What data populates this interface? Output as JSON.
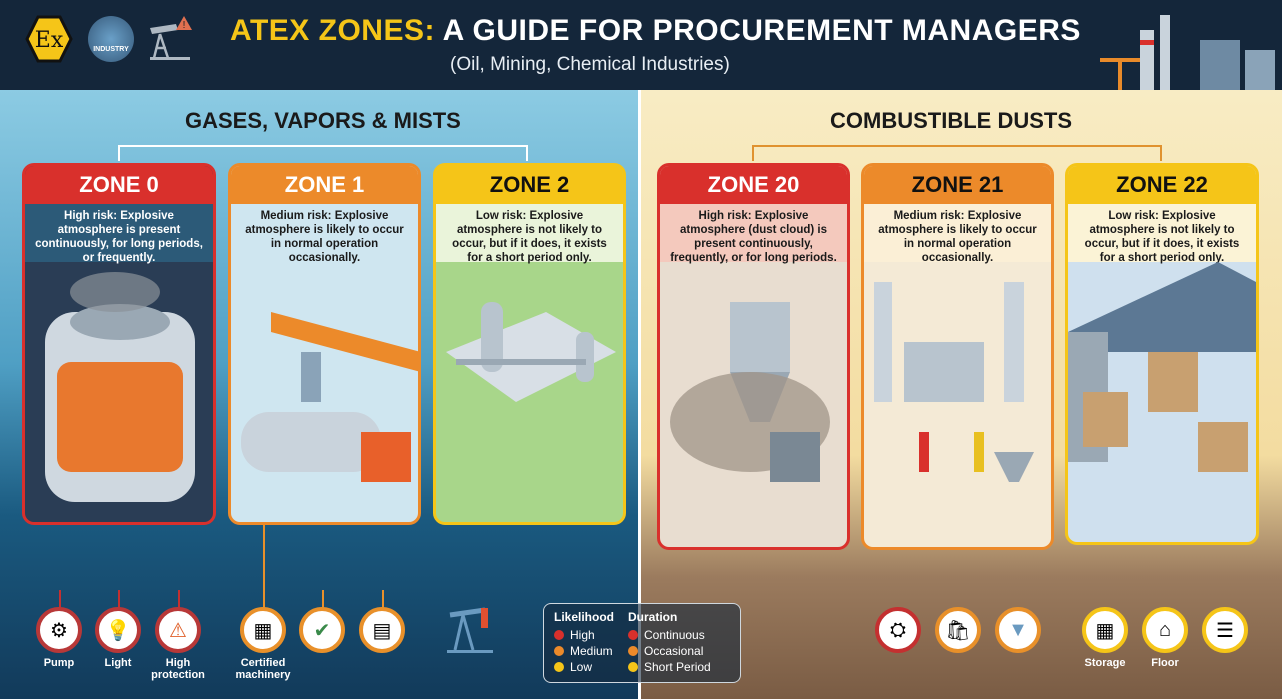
{
  "header": {
    "title_highlight": "ATEX ZONES:",
    "title_rest": " A GUIDE FOR PROCUREMENT MANAGERS",
    "subtitle": "(Oil, Mining, Chemical Industries)",
    "logos": {
      "ex_mark": "Ex",
      "industry_badge": "INDUSTRY"
    }
  },
  "gases": {
    "title": "GASES, VAPORS & MISTS",
    "zones": [
      {
        "name": "ZONE 0",
        "desc": "High risk: Explosive atmosphere is present continuously, for long periods, or frequently.",
        "color": "#d9302c"
      },
      {
        "name": "ZONE 1",
        "desc": "Medium risk: Explosive atmosphere is likely to occur in normal operation occasionally.",
        "color": "#ec8a2a"
      },
      {
        "name": "ZONE 2",
        "desc": "Low risk: Explosive atmosphere is not likely to occur, but if it does, it exists for a short period only.",
        "color": "#f5c518"
      }
    ],
    "equipment": [
      {
        "label": "Pump",
        "icon": "pump-icon"
      },
      {
        "label": "Light",
        "icon": "light-bulb-icon"
      },
      {
        "label": "High protection",
        "icon": "warning-icon"
      },
      {
        "label": "Certified machinery",
        "icon": "machinery-icon"
      },
      {
        "label": "",
        "icon": "gear-check-icon"
      },
      {
        "label": "",
        "icon": "control-panel-icon"
      }
    ]
  },
  "dusts": {
    "title": "COMBUSTIBLE DUSTS",
    "zones": [
      {
        "name": "ZONE 20",
        "desc": "High risk: Explosive atmosphere (dust cloud) is present continuously, frequently, or for long periods.",
        "color": "#d9302c"
      },
      {
        "name": "ZONE 21",
        "desc": "Medium risk: Explosive atmosphere is likely to occur in normal operation occasionally.",
        "color": "#ec8a2a"
      },
      {
        "name": "ZONE 22",
        "desc": "Low risk: Explosive atmosphere is not likely to occur, but if it does, it exists for a short period only.",
        "color": "#f5c518"
      }
    ],
    "equipment": [
      {
        "label": "",
        "icon": "dust-machine-icon"
      },
      {
        "label": "",
        "icon": "dust-bag-icon"
      },
      {
        "label": "",
        "icon": "hopper-icon"
      },
      {
        "label": "Storage",
        "icon": "boxes-icon"
      },
      {
        "label": "Floor",
        "icon": "warehouse-icon"
      },
      {
        "label": "",
        "icon": "pallet-icon"
      }
    ]
  },
  "legend": {
    "likelihood_title": "Likelihood",
    "likelihood": [
      "High",
      "Medium",
      "Low"
    ],
    "duration_title": "Duration",
    "duration": [
      "Continuous",
      "Occasional",
      "Short Period"
    ],
    "colors": [
      "#d9302c",
      "#ec8a2a",
      "#f5c518"
    ]
  }
}
